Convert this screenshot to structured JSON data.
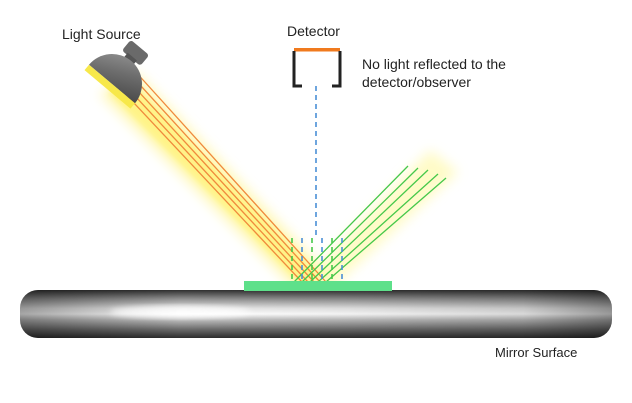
{
  "labels": {
    "light_source": "Light Source",
    "detector": "Detector",
    "note_line1": "No light reflected to the",
    "note_line2": "detector/observer",
    "mirror_surface": "Mirror Surface"
  },
  "colors": {
    "incident_rays": "#f08a3c",
    "reflected_rays": "#46c84a",
    "detector_path": "#4a8fd6",
    "glow_yellow": "#fff27a",
    "sample_film": "#5ee08a",
    "detector_cap": "#f07a1e",
    "mirror_dark": "#3c3c3c",
    "mirror_light": "#ffffff"
  },
  "icons": {
    "lamp": "spotlight-icon",
    "detector": "detector-bracket-icon"
  }
}
